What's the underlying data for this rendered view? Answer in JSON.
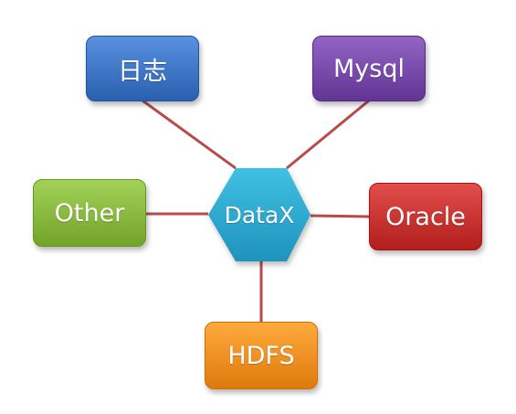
{
  "hub": {
    "label": "DataX",
    "color": "#2aa6cc"
  },
  "nodes": [
    {
      "id": "log",
      "label": "日志",
      "color": "#3b72c2"
    },
    {
      "id": "mysql",
      "label": "Mysql",
      "color": "#7446a6"
    },
    {
      "id": "other",
      "label": "Other",
      "color": "#84b43a"
    },
    {
      "id": "oracle",
      "label": "Oracle",
      "color": "#c3302d"
    },
    {
      "id": "hdfs",
      "label": "HDFS",
      "color": "#f08c1f"
    }
  ],
  "edge_color": "#b84a4a"
}
